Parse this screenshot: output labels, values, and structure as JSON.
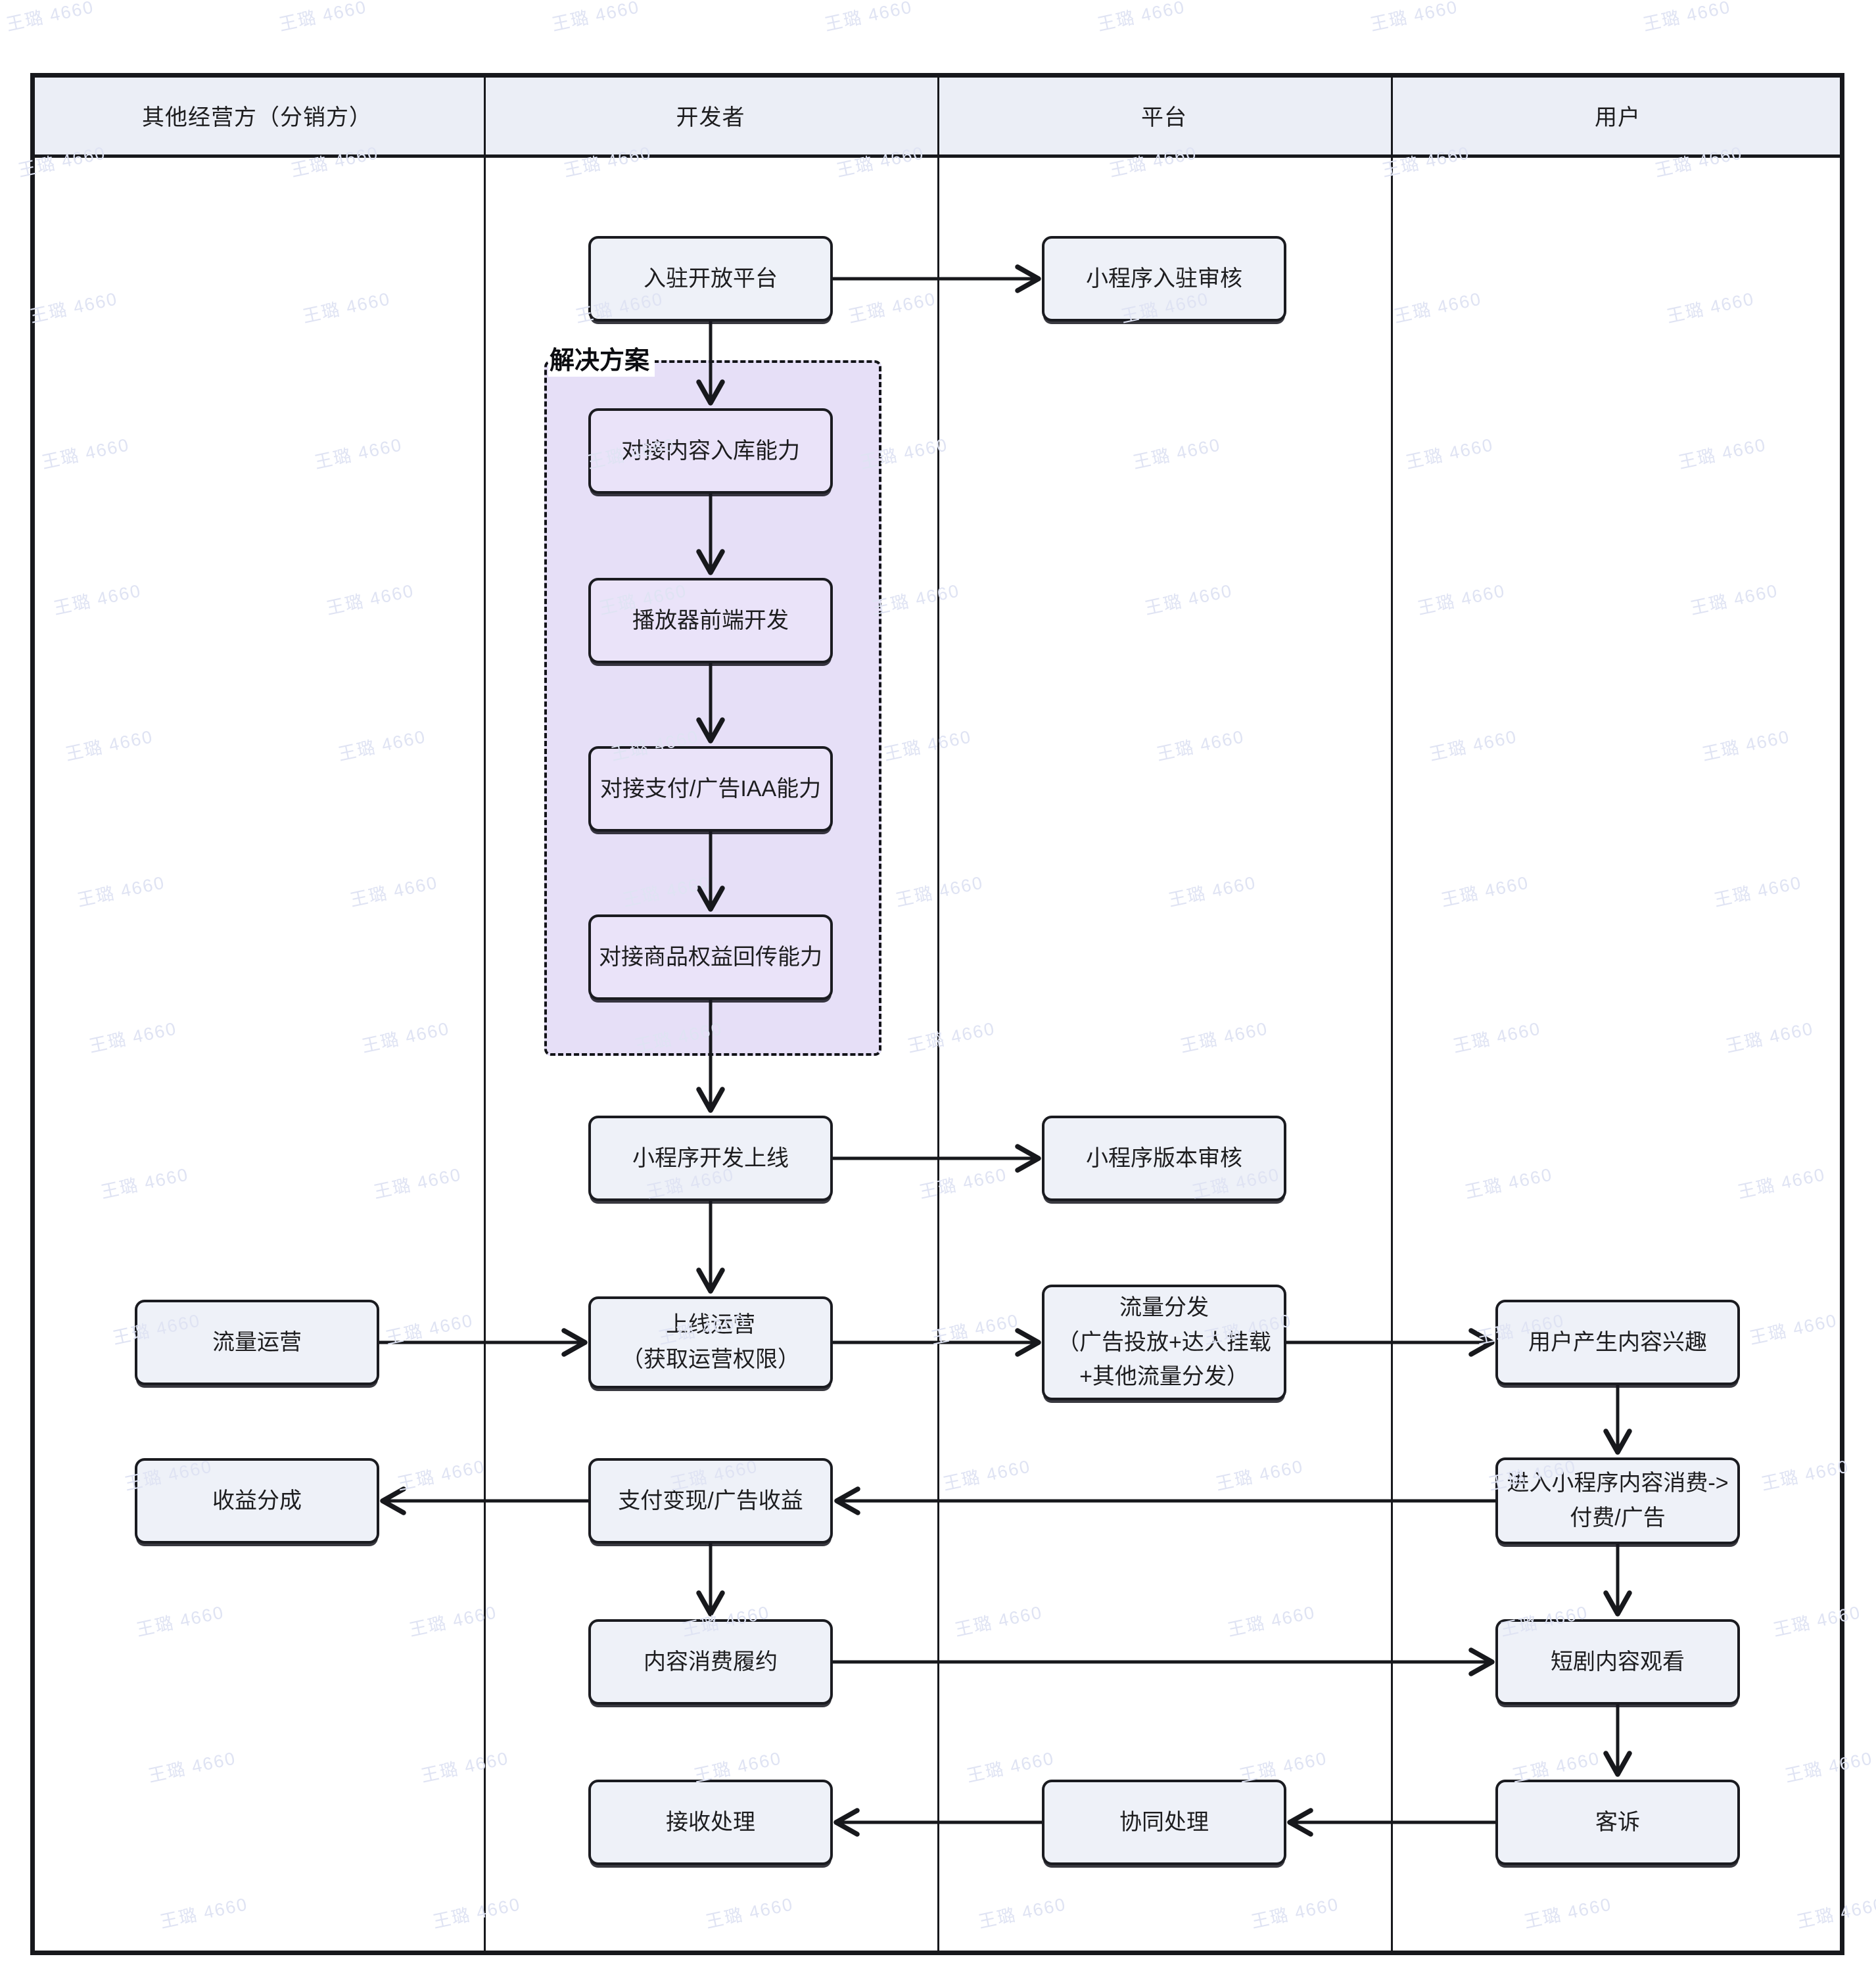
{
  "watermark": {
    "text": "王璐 4660",
    "color": "#dfe3f3"
  },
  "colors": {
    "line": "#17181c",
    "box_fill": "#eef1f8",
    "box_border": "#1a1b20",
    "header_fill": "#ebeef6",
    "solution_fill": "#e6dff7",
    "solution_inner_fill": "#eae3f9"
  },
  "lanes": [
    {
      "label": "其他经营方（分销方）"
    },
    {
      "label": "开发者"
    },
    {
      "label": "平台"
    },
    {
      "label": "用户"
    }
  ],
  "solution_group": {
    "label": "解决方案"
  },
  "nodes": {
    "join-platform": "入驻开放平台",
    "entry-review": "小程序入驻审核",
    "content-ingest": "对接内容入库能力",
    "player-frontend": "播放器前端开发",
    "payment-iaa": "对接支付/广告IAA能力",
    "rights-sync": "对接商品权益回传能力",
    "mp-launch": "小程序开发上线",
    "version-review": "小程序版本审核",
    "traffic-operation": "流量运营",
    "online-operation": "上线运营\n（获取运营权限）",
    "traffic-distribution": "流量分发\n（广告投放+达人挂载\n+其他流量分发）",
    "user-interest": "用户产生内容兴趣",
    "revenue-share": "收益分成",
    "monetization": "支付变现/广告收益",
    "enter-miniapp": "进入小程序内容消费->\n付费/广告",
    "content-fulfillment": "内容消费履约",
    "watch-drama": "短剧内容观看",
    "receive-handle": "接收处理",
    "co-handle": "协同处理",
    "complaint": "客诉"
  }
}
